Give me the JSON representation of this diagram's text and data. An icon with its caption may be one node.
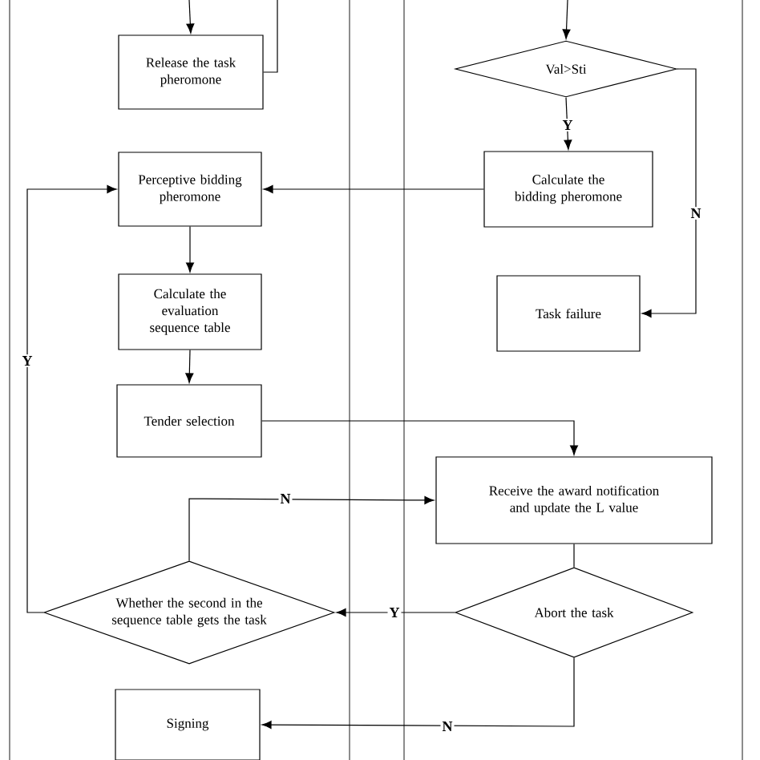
{
  "diagram": {
    "nodes": [
      {
        "text": [
          "Release the task pheromone"
        ]
      },
      {
        "text": [
          "Val>Sti"
        ]
      },
      {
        "text": [
          "Calculate the bidding pheromone"
        ]
      },
      {
        "text": [
          "Perceptive bidding pheromone"
        ]
      },
      {
        "text": [
          "Task failure"
        ]
      },
      {
        "text": [
          "Calculate the evaluation sequence table"
        ]
      },
      {
        "text": [
          "Tender selection"
        ]
      },
      {
        "text": [
          "Receive the award notification and update the L value"
        ]
      },
      {
        "text": [
          "Abort the task"
        ]
      },
      {
        "text": [
          "Whether the second in the sequence table gets the task"
        ]
      },
      {
        "text": [
          "Signing"
        ]
      }
    ],
    "edges": [
      {
        "from": null,
        "to": 0,
        "arrow": "to"
      },
      {
        "from": 0,
        "to": null,
        "arrow": "none"
      },
      {
        "from": null,
        "to": 1,
        "arrow": "to"
      },
      {
        "from": 1,
        "to": 2,
        "arrow": "to",
        "label": "Y"
      },
      {
        "from": 1,
        "to": 4,
        "arrow": "to",
        "label": "N"
      },
      {
        "from": 2,
        "to": 3,
        "arrow": "to"
      },
      {
        "from": 3,
        "to": 5,
        "arrow": "to"
      },
      {
        "from": 5,
        "to": 6,
        "arrow": "to"
      },
      {
        "from": 6,
        "to": 7,
        "arrow": "to"
      },
      {
        "from": 9,
        "to": 7,
        "arrow": "to",
        "label": "N"
      },
      {
        "from": 7,
        "to": 8,
        "arrow": "none"
      },
      {
        "from": 8,
        "to": 9,
        "arrow": "to",
        "label": "Y"
      },
      {
        "from": 9,
        "to": 3,
        "arrow": "to",
        "label": "Y"
      },
      {
        "from": 8,
        "to": 10,
        "arrow": "to",
        "label": "N"
      }
    ]
  }
}
